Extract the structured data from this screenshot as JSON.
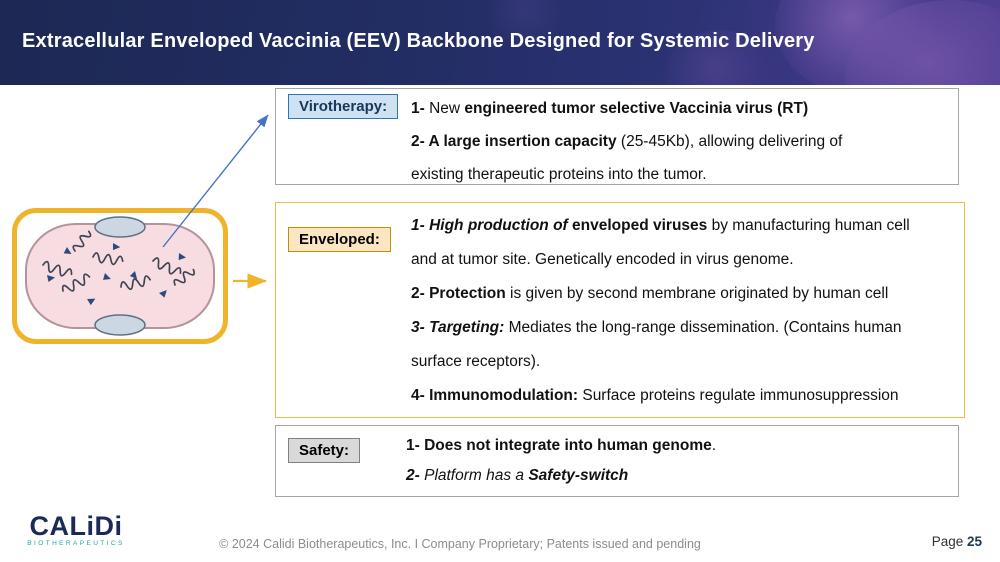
{
  "slide": {
    "title": "Extracellular Enveloped Vaccinia (EEV) Backbone Designed for Systemic Delivery"
  },
  "virotherapy": {
    "label": "Virotherapy:",
    "l1a": "1-",
    "l1b": " New ",
    "l1c": "engineered tumor selective Vaccinia virus (RT)",
    "l2a": "2- A large insertion capacity ",
    "l2b": "(25-45Kb),  allowing delivering of",
    "l3": "existing therapeutic proteins into the tumor."
  },
  "enveloped": {
    "label": "Enveloped:",
    "l1a": "1- High production of ",
    "l1b": "enveloped viruses",
    "l1c": " by manufacturing human cell",
    "l2": "and at tumor site. Genetically encoded in virus genome.",
    "l3a": "2- Protection",
    "l3b": " is given by second membrane originated by human cell",
    "l4a": "3- Targeting:",
    "l4b": " Mediates the long-range dissemination. (Contains human",
    "l5": "surface receptors).",
    "l6a": "4- Immunomodulation:",
    "l6b": " Surface proteins regulate immunosuppression"
  },
  "safety": {
    "label": "Safety:",
    "l1a": "1- Does not integrate into human genome",
    "l1b": ".",
    "l2a": "2-",
    "l2b": " Platform has a ",
    "l2c": "Safety-switch"
  },
  "footer": {
    "logo": "CALiDi",
    "logo_sub": "BIOTHERAPEUTICS",
    "copyright": "© 2024 Calidi Biotherapeutics, Inc. I  Company Proprietary; Patents issued and pending",
    "page_label": "Page ",
    "page_number": "25"
  },
  "colors": {
    "header_navy": "#232e66",
    "header_purple": "#4f3f94",
    "virotherapy_label_bg": "#cfe2f3",
    "virotherapy_label_border": "#2e75b6",
    "enveloped_label_bg": "#fbe5c3",
    "enveloped_box_border": "#e2c04a",
    "safety_label_bg": "#d9d9d9",
    "cell_outline_gold": "#f0b42c",
    "cell_fill_pink": "#f7dde1",
    "arrow_blue": "#4472c4",
    "logo_navy": "#1b2a56",
    "logo_teal": "#19a7ad"
  }
}
